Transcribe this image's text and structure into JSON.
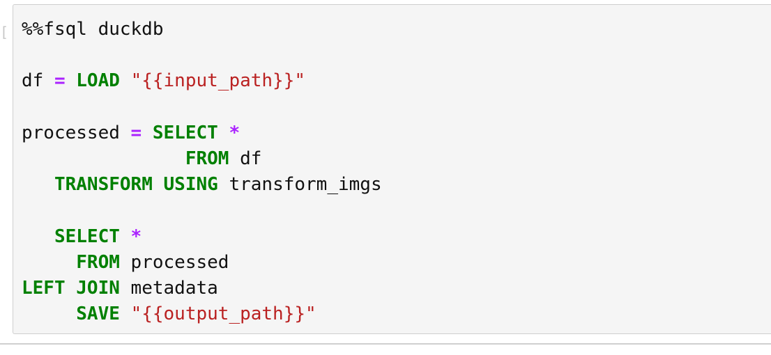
{
  "notebook": {
    "prompt_mark": "[",
    "cell": {
      "lines": [
        {
          "tokens": [
            {
              "text": "%%fsql duckdb",
              "kind": "plain"
            }
          ]
        },
        {
          "tokens": []
        },
        {
          "tokens": [
            {
              "text": "df ",
              "kind": "plain"
            },
            {
              "text": "=",
              "kind": "op"
            },
            {
              "text": " ",
              "kind": "plain"
            },
            {
              "text": "LOAD",
              "kind": "kw"
            },
            {
              "text": " ",
              "kind": "plain"
            },
            {
              "text": "\"{{input_path}}\"",
              "kind": "str"
            }
          ]
        },
        {
          "tokens": []
        },
        {
          "tokens": [
            {
              "text": "processed ",
              "kind": "plain"
            },
            {
              "text": "=",
              "kind": "op"
            },
            {
              "text": " ",
              "kind": "plain"
            },
            {
              "text": "SELECT",
              "kind": "kw"
            },
            {
              "text": " ",
              "kind": "plain"
            },
            {
              "text": "*",
              "kind": "op"
            }
          ]
        },
        {
          "tokens": [
            {
              "text": "               ",
              "kind": "plain"
            },
            {
              "text": "FROM",
              "kind": "kw"
            },
            {
              "text": " df",
              "kind": "plain"
            }
          ]
        },
        {
          "tokens": [
            {
              "text": "   ",
              "kind": "plain"
            },
            {
              "text": "TRANSFORM",
              "kind": "kw"
            },
            {
              "text": " ",
              "kind": "plain"
            },
            {
              "text": "USING",
              "kind": "kw"
            },
            {
              "text": " transform_imgs",
              "kind": "plain"
            }
          ]
        },
        {
          "tokens": []
        },
        {
          "tokens": [
            {
              "text": "   ",
              "kind": "plain"
            },
            {
              "text": "SELECT",
              "kind": "kw"
            },
            {
              "text": " ",
              "kind": "plain"
            },
            {
              "text": "*",
              "kind": "op"
            }
          ]
        },
        {
          "tokens": [
            {
              "text": "     ",
              "kind": "plain"
            },
            {
              "text": "FROM",
              "kind": "kw"
            },
            {
              "text": " processed",
              "kind": "plain"
            }
          ]
        },
        {
          "tokens": [
            {
              "text": "LEFT",
              "kind": "kw"
            },
            {
              "text": " ",
              "kind": "plain"
            },
            {
              "text": "JOIN",
              "kind": "kw"
            },
            {
              "text": " metadata",
              "kind": "plain"
            }
          ]
        },
        {
          "tokens": [
            {
              "text": "     ",
              "kind": "plain"
            },
            {
              "text": "SAVE",
              "kind": "kw"
            },
            {
              "text": " ",
              "kind": "plain"
            },
            {
              "text": "\"{{output_path}}\"",
              "kind": "str"
            }
          ]
        }
      ]
    }
  }
}
